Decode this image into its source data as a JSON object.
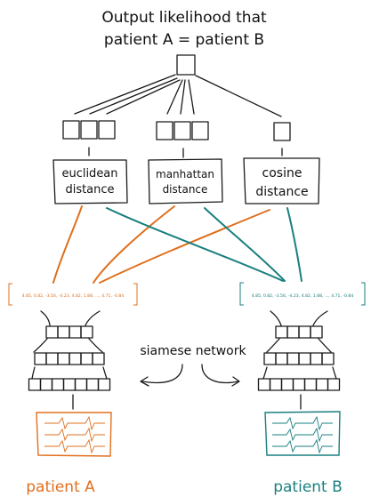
{
  "title": {
    "line1": "Output likelihood that",
    "line2": "patient A = patient B"
  },
  "distances": [
    {
      "key": "euclidean",
      "line1": "euclidean",
      "line2": "distance",
      "output_units": 3
    },
    {
      "key": "manhattan",
      "line1": "manhattan",
      "line2": "distance",
      "output_units": 3
    },
    {
      "key": "cosine",
      "line1": "cosine",
      "line2": "distance",
      "output_units": 1
    }
  ],
  "network_label": "siamese network",
  "embedding_a": "4.85,  0.82, -3.56, -4.23,  4.82,  1.88,  ...,  4.71, -0.84",
  "embedding_b": "4.85,  0.82, -3.56, -4.23,  4.82,  1.88,  ...,  4.71, -0.84",
  "patient_a": {
    "label": "patient A",
    "color": "#e0701e"
  },
  "patient_b": {
    "label": "patient B",
    "color": "#1a7f7f"
  },
  "network_layers": [
    4,
    6,
    7
  ],
  "colors": {
    "ink": "#1a1a1a",
    "orange": "#e0701e",
    "teal": "#1a7f7f"
  }
}
